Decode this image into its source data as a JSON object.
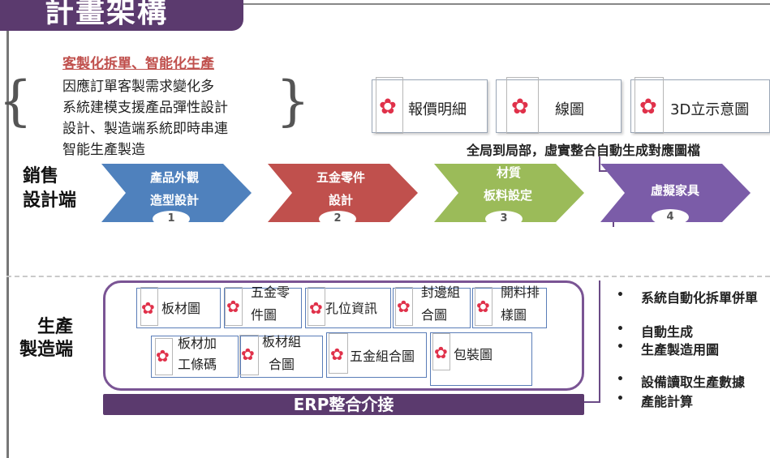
{
  "title": "計畫架構",
  "intro": {
    "heading": "客製化拆單、智能化生產",
    "lines": [
      "因應訂單客製需求變化多",
      "系統建模支援產品彈性設計",
      "設計、製造端系統即時串連",
      "智能生產製造"
    ]
  },
  "top_buttons": [
    {
      "label": "報價明細",
      "icon": "flower-icon"
    },
    {
      "label": "線圖",
      "icon": "flower-icon"
    },
    {
      "label": "3D立示意圖",
      "icon": "flower-icon"
    }
  ],
  "subheading": "全局到局部，虛實整合自動生成對應圖檔",
  "sales_label": [
    "銷售",
    "設計端"
  ],
  "production_label": [
    "生產",
    "製造端"
  ],
  "chevrons": [
    {
      "lines": [
        "產品外觀",
        "造型設計"
      ],
      "number": "1",
      "color": "#4f81bd"
    },
    {
      "lines": [
        "五金零件",
        "設計"
      ],
      "number": "2",
      "color": "#c0504d"
    },
    {
      "lines": [
        "材質",
        "板料設定"
      ],
      "number": "3",
      "color": "#9bbb59"
    },
    {
      "lines": [
        "虛擬家具"
      ],
      "number": "4",
      "color": "#7b5ca8"
    }
  ],
  "production_items": [
    {
      "lines": [
        "板材圖"
      ]
    },
    {
      "lines": [
        "五金零",
        "件圖"
      ]
    },
    {
      "lines": [
        "孔位資訊"
      ]
    },
    {
      "lines": [
        "封邊組",
        "合圖"
      ]
    },
    {
      "lines": [
        "開料排",
        "樣圖"
      ]
    },
    {
      "lines": [
        "板材加",
        "工條碼"
      ]
    },
    {
      "lines": [
        "板材組",
        "合圖"
      ]
    },
    {
      "lines": [
        "五金組合圖"
      ]
    },
    {
      "lines": [
        "包裝圖"
      ]
    }
  ],
  "erp_label": "ERP整合介接",
  "right_bullets": [
    {
      "dot": "•",
      "text": "系統自動化拆單併單"
    },
    {
      "dot": "•",
      "text": "自動生成"
    },
    {
      "dot": "•",
      "text": "生產製造用圖"
    },
    {
      "dot": "•",
      "text": "設備讀取生產數據"
    },
    {
      "dot": "•",
      "text": "產能計算"
    }
  ]
}
